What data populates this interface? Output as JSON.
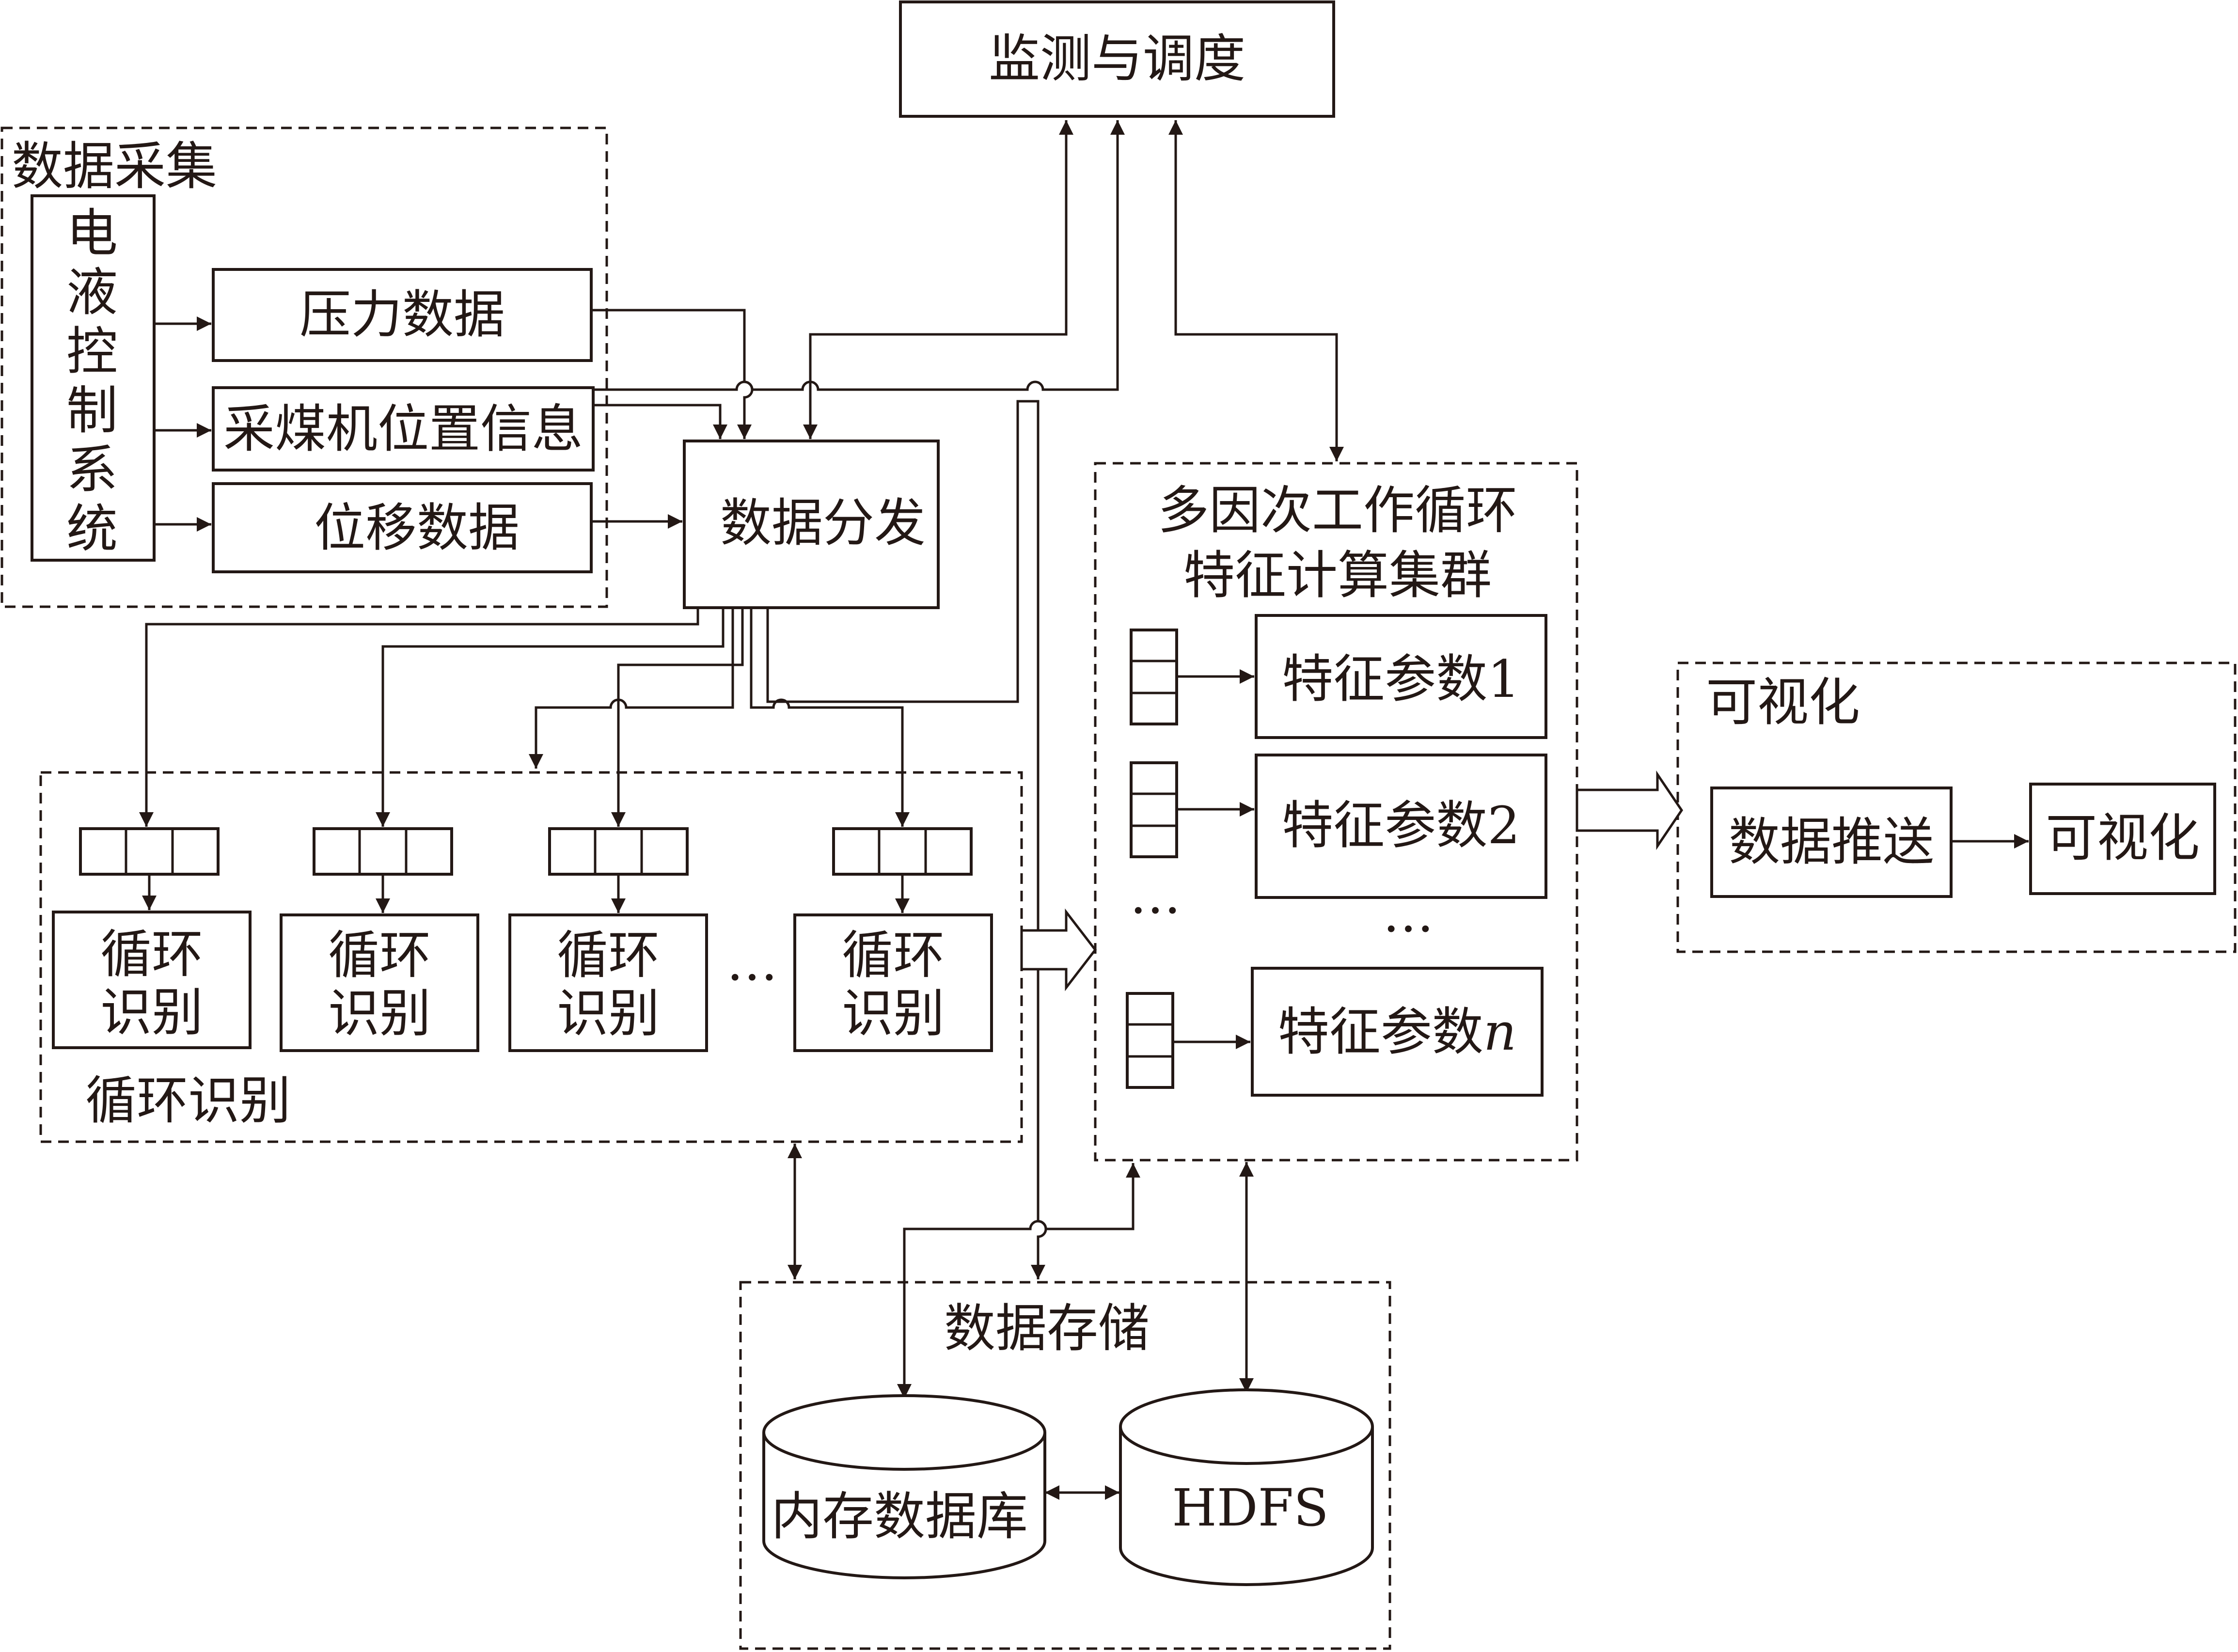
{
  "nodes": {
    "monitor": "监测与调度",
    "collection_group": "数据采集",
    "ehc_chars": [
      "电",
      "液",
      "控",
      "制",
      "系",
      "统"
    ],
    "pressure": "压力数据",
    "shearer_position": "采煤机位置信息",
    "displacement": "位移数据",
    "dispatch": "数据分发",
    "cycle_group": "循环识别",
    "cycle_line1": "循环",
    "cycle_line2": "识别",
    "ellipsis": "…",
    "cluster_line1": "多因次工作循环",
    "cluster_line2": "特征计算集群",
    "feature1": "特征参数1",
    "feature2": "特征参数2",
    "feature_n_prefix": "特征参数",
    "feature_n_suffix": "n",
    "visual_group": "可视化",
    "push": "数据推送",
    "visual": "可视化",
    "storage_group": "数据存储",
    "memdb": "内存数据库",
    "hdfs": "HDFS"
  },
  "colors": {
    "ink": "#231815",
    "background": "#ffffff"
  }
}
